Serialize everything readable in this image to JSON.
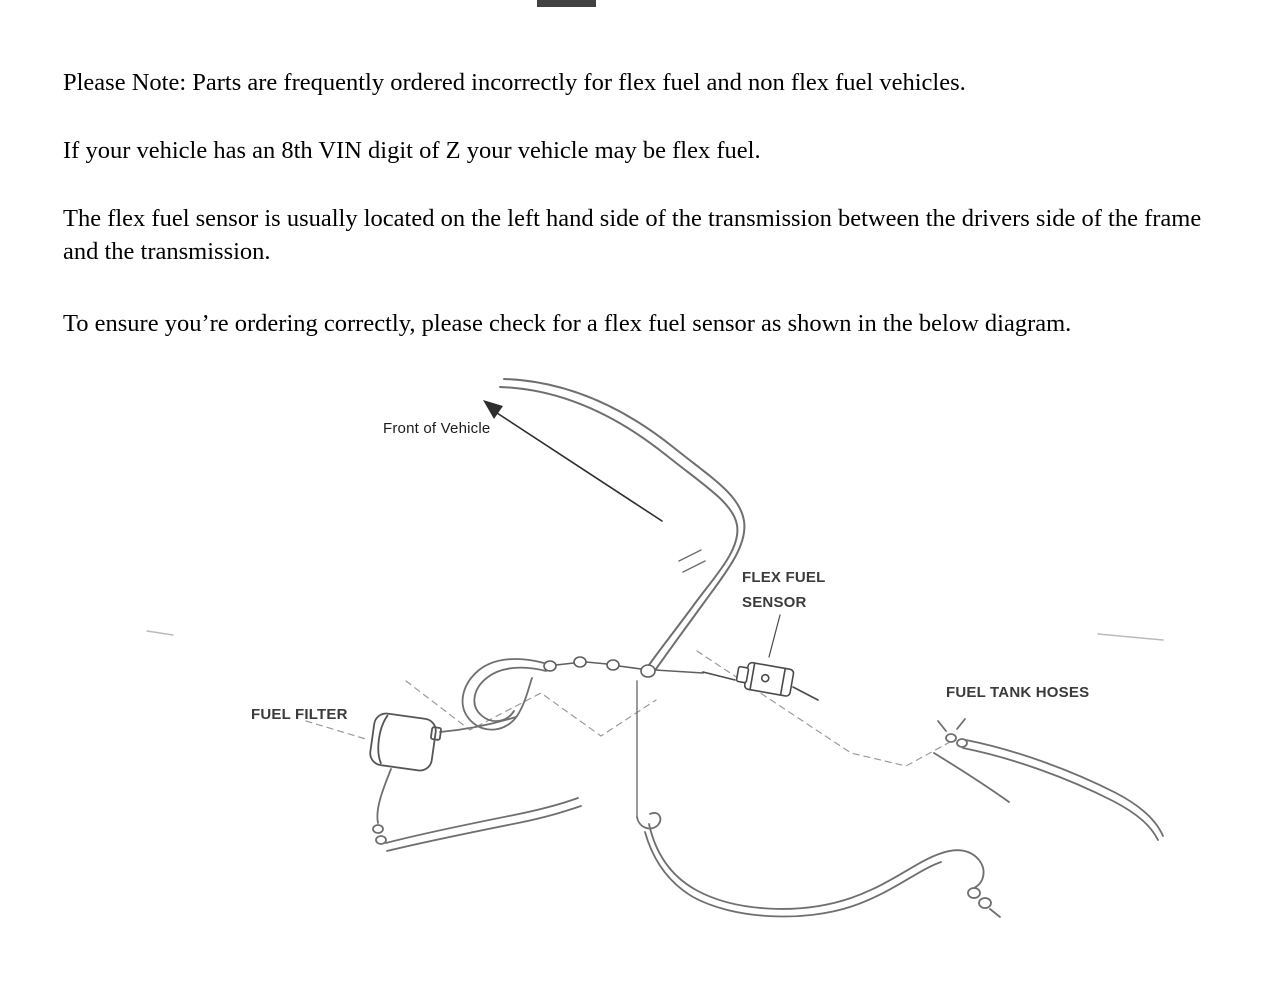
{
  "page": {
    "top_bar_color": "#424242",
    "background_color": "#ffffff",
    "line_color": "#6f6f6f"
  },
  "notes": {
    "p1": "Please Note: Parts are frequently ordered incorrectly for flex fuel and non flex fuel vehicles.",
    "p2": "If your vehicle has an 8th VIN digit of Z your vehicle may be flex fuel.",
    "p3": "The flex fuel sensor is usually located on the left hand side of the transmission between the drivers side of the frame and the transmission.",
    "p4": "To ensure you’re ordering correctly, please check for a flex fuel sensor as shown in the below diagram."
  },
  "diagram": {
    "labels": {
      "front_of_vehicle": "Front of Vehicle",
      "flex_fuel_sensor_line1": "FLEX FUEL",
      "flex_fuel_sensor_line2": "SENSOR",
      "fuel_tank_hoses": "FUEL TANK HOSES",
      "fuel_filter": "FUEL FILTER"
    }
  }
}
